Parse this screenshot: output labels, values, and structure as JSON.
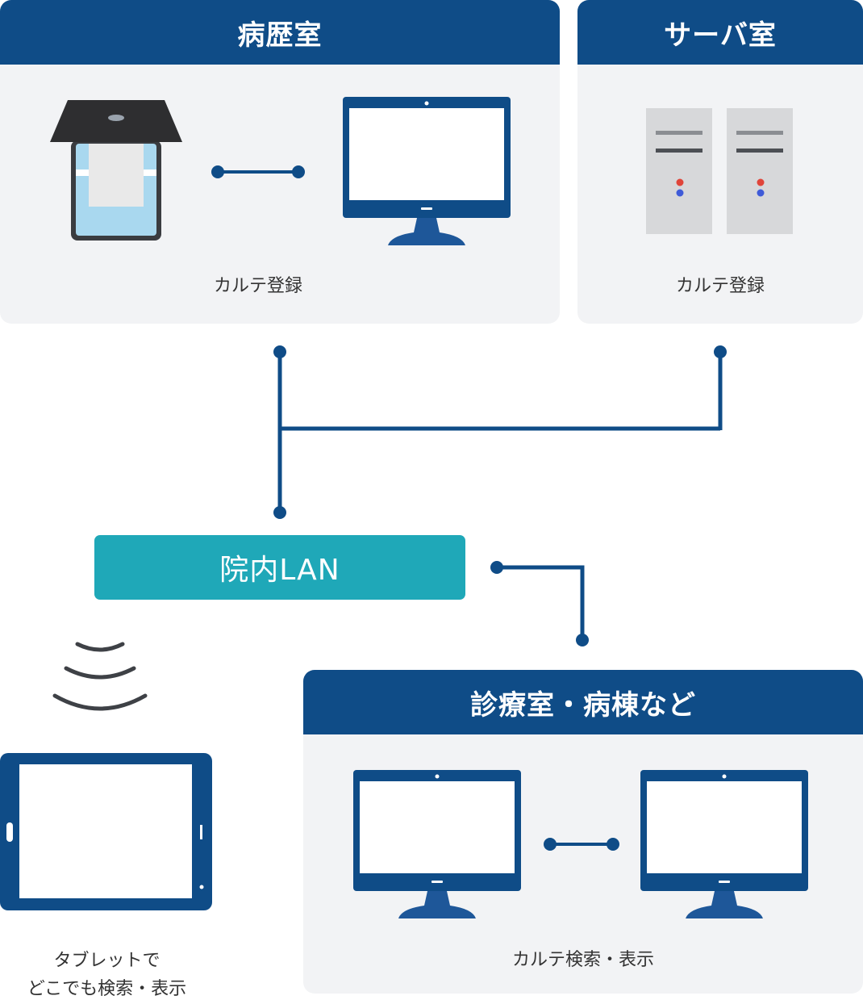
{
  "rooms": {
    "records_room": {
      "title": "病歴室",
      "caption": "カルテ登録"
    },
    "server_room": {
      "title": "サーバ室",
      "caption": "カルテ登録"
    },
    "ward": {
      "title": "診療室・病棟など",
      "caption": "カルテ検索・表示"
    }
  },
  "network": {
    "label": "院内LAN"
  },
  "tablet": {
    "caption_line1": "タブレットで",
    "caption_line2": "どこでも検索・表示"
  },
  "icons": [
    "document-scanner-icon",
    "monitor-icon",
    "server-tower-icon",
    "wifi-signal-icon",
    "tablet-icon"
  ],
  "colors": {
    "header_navy": "#0f4c87",
    "lan_teal": "#1fa8b8",
    "panel_gray": "#f2f3f5",
    "wire": "#0f4c87"
  }
}
